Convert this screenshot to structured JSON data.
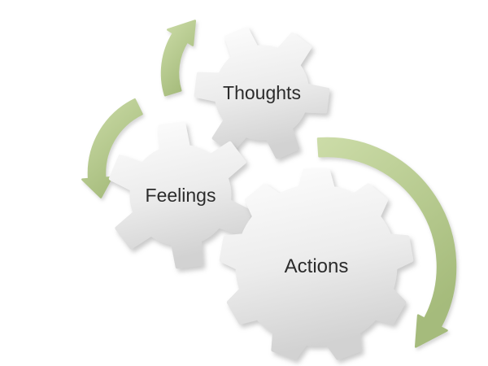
{
  "diagram": {
    "background_color": "#ffffff",
    "gears": [
      {
        "label": "Thoughts"
      },
      {
        "label": "Feelings"
      },
      {
        "label": "Actions"
      }
    ],
    "arrows": [
      {
        "name": "curved-arrow-up-right"
      },
      {
        "name": "curved-arrow-down-left"
      },
      {
        "name": "curved-arrow-clockwise"
      }
    ]
  },
  "colors": {
    "gear_light": "#fdfdfd",
    "gear_mid": "#ececec",
    "gear_dark": "#d2d2d2",
    "arrow_light": "#ccdca8",
    "arrow_dark": "#a5bb7b",
    "label": "#2b2b2b"
  }
}
